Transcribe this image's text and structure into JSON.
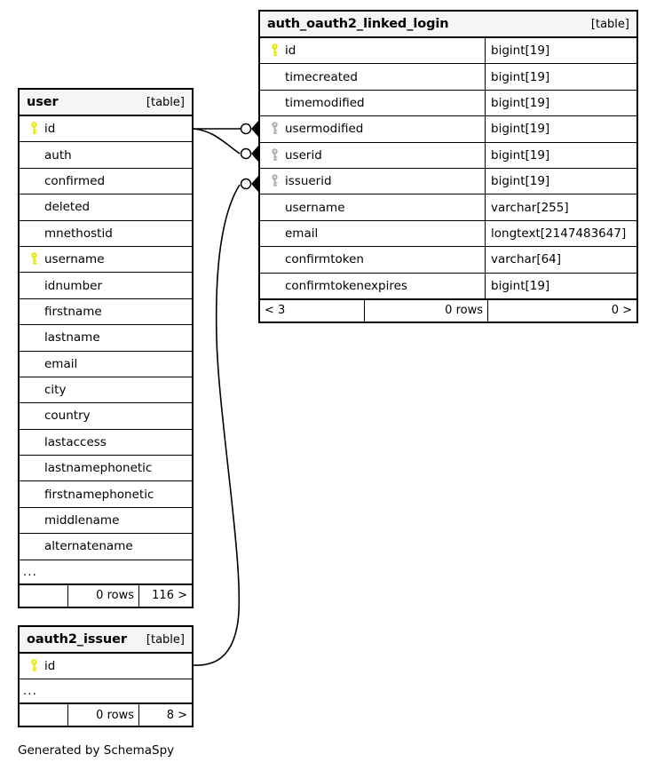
{
  "diagram": {
    "caption": "Generated by SchemaSpy",
    "kind_label": "[table]",
    "ellipsis": "...",
    "colors": {
      "primary_key": "#e8e800",
      "foreign_key": "#b0b0b0",
      "border": "#000000",
      "header_background": "#f5f5f5",
      "row_background": "#ffffff",
      "text": "#000000"
    },
    "icons": {
      "primary_key": "key-icon",
      "foreign_key": "key-icon"
    }
  },
  "tables": {
    "auth_oauth2_linked_login": {
      "name": "auth_oauth2_linked_login",
      "kind": "[table]",
      "columns": [
        {
          "name": "id",
          "type": "bigint[19]",
          "key": "primary"
        },
        {
          "name": "timecreated",
          "type": "bigint[19]",
          "key": "none"
        },
        {
          "name": "timemodified",
          "type": "bigint[19]",
          "key": "none"
        },
        {
          "name": "usermodified",
          "type": "bigint[19]",
          "key": "foreign"
        },
        {
          "name": "userid",
          "type": "bigint[19]",
          "key": "foreign"
        },
        {
          "name": "issuerid",
          "type": "bigint[19]",
          "key": "foreign"
        },
        {
          "name": "username",
          "type": "varchar[255]",
          "key": "none"
        },
        {
          "name": "email",
          "type": "longtext[2147483647]",
          "key": "none"
        },
        {
          "name": "confirmtoken",
          "type": "varchar[64]",
          "key": "none"
        },
        {
          "name": "confirmtokenexpires",
          "type": "bigint[19]",
          "key": "none"
        }
      ],
      "footer": {
        "parents": "< 3",
        "rows": "0 rows",
        "children": "0 >"
      }
    },
    "user": {
      "name": "user",
      "kind": "[table]",
      "columns": [
        {
          "name": "id",
          "key": "primary"
        },
        {
          "name": "auth",
          "key": "none"
        },
        {
          "name": "confirmed",
          "key": "none"
        },
        {
          "name": "deleted",
          "key": "none"
        },
        {
          "name": "mnethostid",
          "key": "none"
        },
        {
          "name": "username",
          "key": "primary"
        },
        {
          "name": "idnumber",
          "key": "none"
        },
        {
          "name": "firstname",
          "key": "none"
        },
        {
          "name": "lastname",
          "key": "none"
        },
        {
          "name": "email",
          "key": "none"
        },
        {
          "name": "city",
          "key": "none"
        },
        {
          "name": "country",
          "key": "none"
        },
        {
          "name": "lastaccess",
          "key": "none"
        },
        {
          "name": "lastnamephonetic",
          "key": "none"
        },
        {
          "name": "firstnamephonetic",
          "key": "none"
        },
        {
          "name": "middlename",
          "key": "none"
        },
        {
          "name": "alternatename",
          "key": "none"
        }
      ],
      "more": "...",
      "footer": {
        "parents": "",
        "rows": "0 rows",
        "children": "116 >"
      }
    },
    "oauth2_issuer": {
      "name": "oauth2_issuer",
      "kind": "[table]",
      "columns": [
        {
          "name": "id",
          "key": "primary"
        }
      ],
      "more": "...",
      "footer": {
        "parents": "",
        "rows": "0 rows",
        "children": "8 >"
      }
    }
  },
  "relationships": [
    {
      "from_table": "user",
      "from_column": "id",
      "to_table": "auth_oauth2_linked_login",
      "to_column": "usermodified"
    },
    {
      "from_table": "user",
      "from_column": "id",
      "to_table": "auth_oauth2_linked_login",
      "to_column": "userid"
    },
    {
      "from_table": "oauth2_issuer",
      "from_column": "id",
      "to_table": "auth_oauth2_linked_login",
      "to_column": "issuerid"
    }
  ]
}
